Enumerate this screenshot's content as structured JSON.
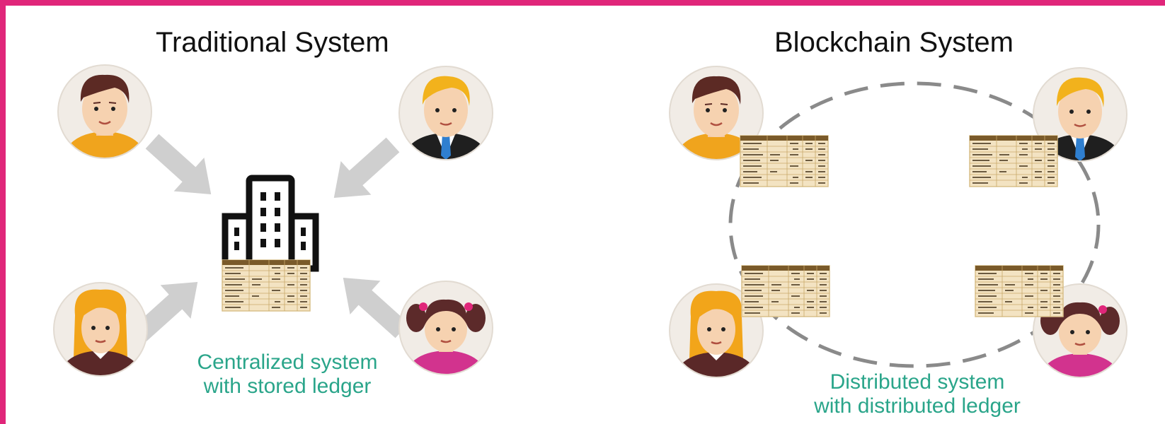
{
  "traditional": {
    "title": "Traditional System",
    "caption_line1": "Centralized system",
    "caption_line2": "with stored ledger"
  },
  "blockchain": {
    "title": "Blockchain System",
    "caption_line1": "Distributed system",
    "caption_line2": "with distributed ledger"
  },
  "colors": {
    "frame": "#e0267a",
    "caption": "#2aa58a",
    "arrow": "#cfcfcf",
    "avatar_bg": "#f1ece6",
    "ledger": "#f3e3c2",
    "dashed_ring": "#8a8a8a"
  },
  "icons": [
    "person-icon",
    "building-icon",
    "ledger-icon",
    "arrow-icon"
  ]
}
